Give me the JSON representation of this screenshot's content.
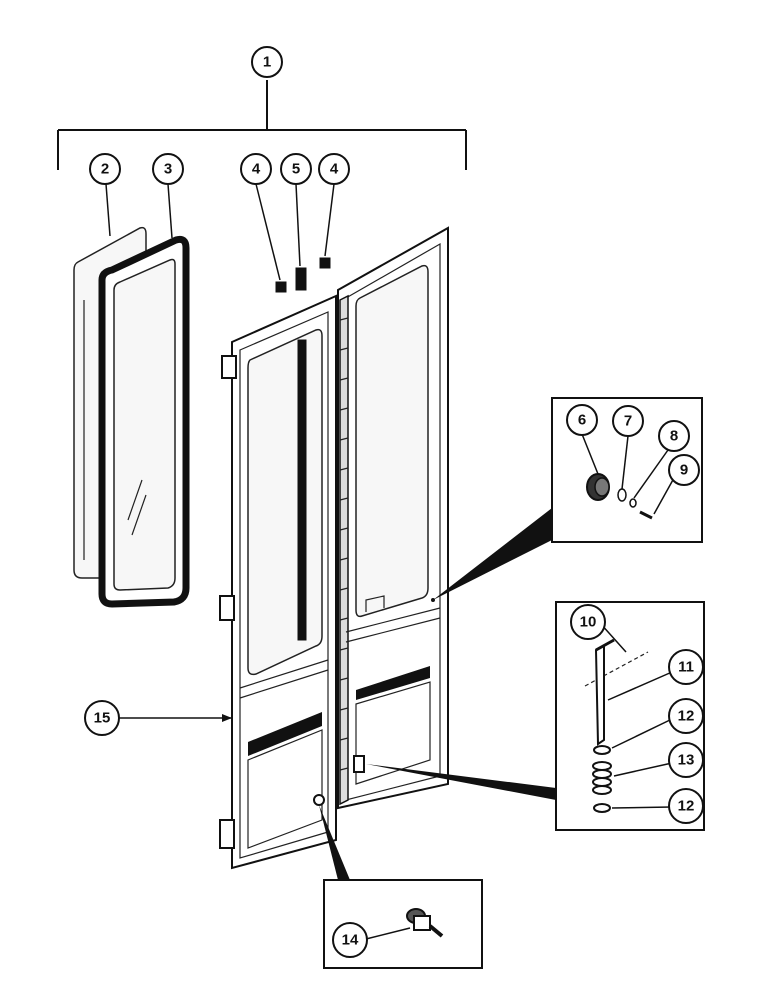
{
  "callouts": [
    {
      "label": "1"
    },
    {
      "label": "2"
    },
    {
      "label": "3"
    },
    {
      "label": "4"
    },
    {
      "label": "5"
    },
    {
      "label": "4"
    },
    {
      "label": "6"
    },
    {
      "label": "7"
    },
    {
      "label": "8"
    },
    {
      "label": "9"
    },
    {
      "label": "10"
    },
    {
      "label": "11"
    },
    {
      "label": "12"
    },
    {
      "label": "13"
    },
    {
      "label": "12"
    },
    {
      "label": "14"
    },
    {
      "label": "15"
    }
  ],
  "parts": {
    "door_assembly": "door-assembly",
    "glass_pane": "glass-pane",
    "window_seal": "window-seal",
    "cap": "cap",
    "hinge_strip": "hinge-strip",
    "knob": "knob",
    "latch_pin": "latch-pin",
    "spring": "spring",
    "lock": "lock"
  }
}
